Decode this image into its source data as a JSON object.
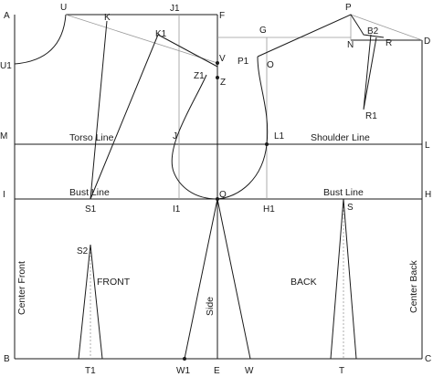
{
  "points": {
    "A": "A",
    "U": "U",
    "K": "K",
    "J1": "J1",
    "F": "F",
    "G": "G",
    "P": "P",
    "N": "N",
    "B2": "B2",
    "R": "R",
    "D": "D",
    "U1": "U1",
    "K1": "K1",
    "V": "V",
    "Z1": "Z1",
    "Z": "Z",
    "P1": "P1",
    "O": "O",
    "R1": "R1",
    "M": "M",
    "J": "J",
    "L1": "L1",
    "L": "L",
    "I": "I",
    "S1": "S1",
    "I1": "I1",
    "Q": "Q",
    "H1": "H1",
    "S": "S",
    "H": "H",
    "S2": "S2",
    "B": "B",
    "T1": "T1",
    "W1": "W1",
    "E": "E",
    "W": "W",
    "T": "T",
    "C": "C"
  },
  "labels": {
    "torso_line": "Torso Line",
    "shoulder_line": "Shoulder Line",
    "bust_line_front": "Bust Line",
    "bust_line_back": "Bust Line",
    "front": "FRONT",
    "back": "BACK",
    "side": "Side",
    "center_front": "Center Front",
    "center_back": "Center Back"
  },
  "colors": {
    "line": "#1a1a1a",
    "grid": "#9a9a9a",
    "background": "#ffffff"
  }
}
